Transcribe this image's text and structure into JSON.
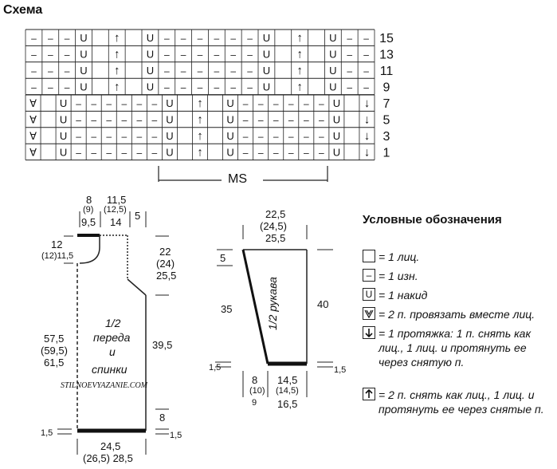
{
  "schema": {
    "title": "Схема",
    "row_numbers": [
      "15",
      "13",
      "11",
      "9",
      "7",
      "5",
      "3",
      "1"
    ],
    "top_rows_pattern": [
      "-",
      "-",
      "-",
      "U",
      "",
      "↑",
      "",
      "U",
      "-",
      "-",
      "-",
      "-",
      "-",
      "-",
      "U",
      "",
      "↑",
      "",
      "U",
      "-",
      "-"
    ],
    "bottom_rows_pattern": [
      "YY",
      "",
      "U",
      "-",
      "-",
      "-",
      "-",
      "-",
      "-",
      "U",
      "",
      "↑",
      "",
      "U",
      "-",
      "-",
      "-",
      "-",
      "-",
      "-",
      "U",
      "",
      "↓"
    ],
    "repeat_label": "MS"
  },
  "front_back": {
    "label_line1": "1/2",
    "label_line2": "переда",
    "label_line3": "и",
    "label_line4": "спинки",
    "top_left_width": [
      "8",
      "(9)",
      "9,5"
    ],
    "top_neck_width": [
      "11,5",
      "(12,5)",
      "14"
    ],
    "top_shoulder": "5",
    "neck_depth": [
      "12",
      "(12)11,5"
    ],
    "armhole_depth": [
      "22",
      "(24)",
      "25,5"
    ],
    "total_height": [
      "57,5",
      "(59,5)",
      "61,5"
    ],
    "side_length": "39,5",
    "hem_height": "8",
    "hem_edge_left": "1,5",
    "hem_edge_right": "1,5",
    "bottom_width": [
      "24,5",
      "(26,5) 28,5"
    ]
  },
  "sleeve": {
    "label": "1/2 рукава",
    "top_width": [
      "22,5",
      "(24,5)",
      "25,5"
    ],
    "cap_offset": "5",
    "left_height": "35",
    "right_height": "40",
    "hem_edge_left": "1,5",
    "hem_edge_right": "1,5",
    "bottom_left": [
      "8",
      "(10)",
      "9"
    ],
    "bottom_width": [
      "14,5",
      "(14,5)",
      "16,5"
    ]
  },
  "watermark": "STILNOEVYAZANIE.COM",
  "legend": {
    "title": "Условные обозначения",
    "items": [
      {
        "symbol": "",
        "text": "= 1 лиц."
      },
      {
        "symbol": "–",
        "text": "= 1 изн."
      },
      {
        "symbol": "U",
        "text": "= 1 накид"
      },
      {
        "symbol": "Y",
        "text": "= 2 п. провязать вместе лиц."
      },
      {
        "symbol": "↓",
        "text": "= 1 протяжка: 1 п. снять как лиц., 1 лиц. и протянуть ее через снятую п."
      },
      {
        "symbol": "↑",
        "text": "= 2 п. снять как лиц., 1 лиц. и протянуть ее через снятые п."
      }
    ]
  }
}
